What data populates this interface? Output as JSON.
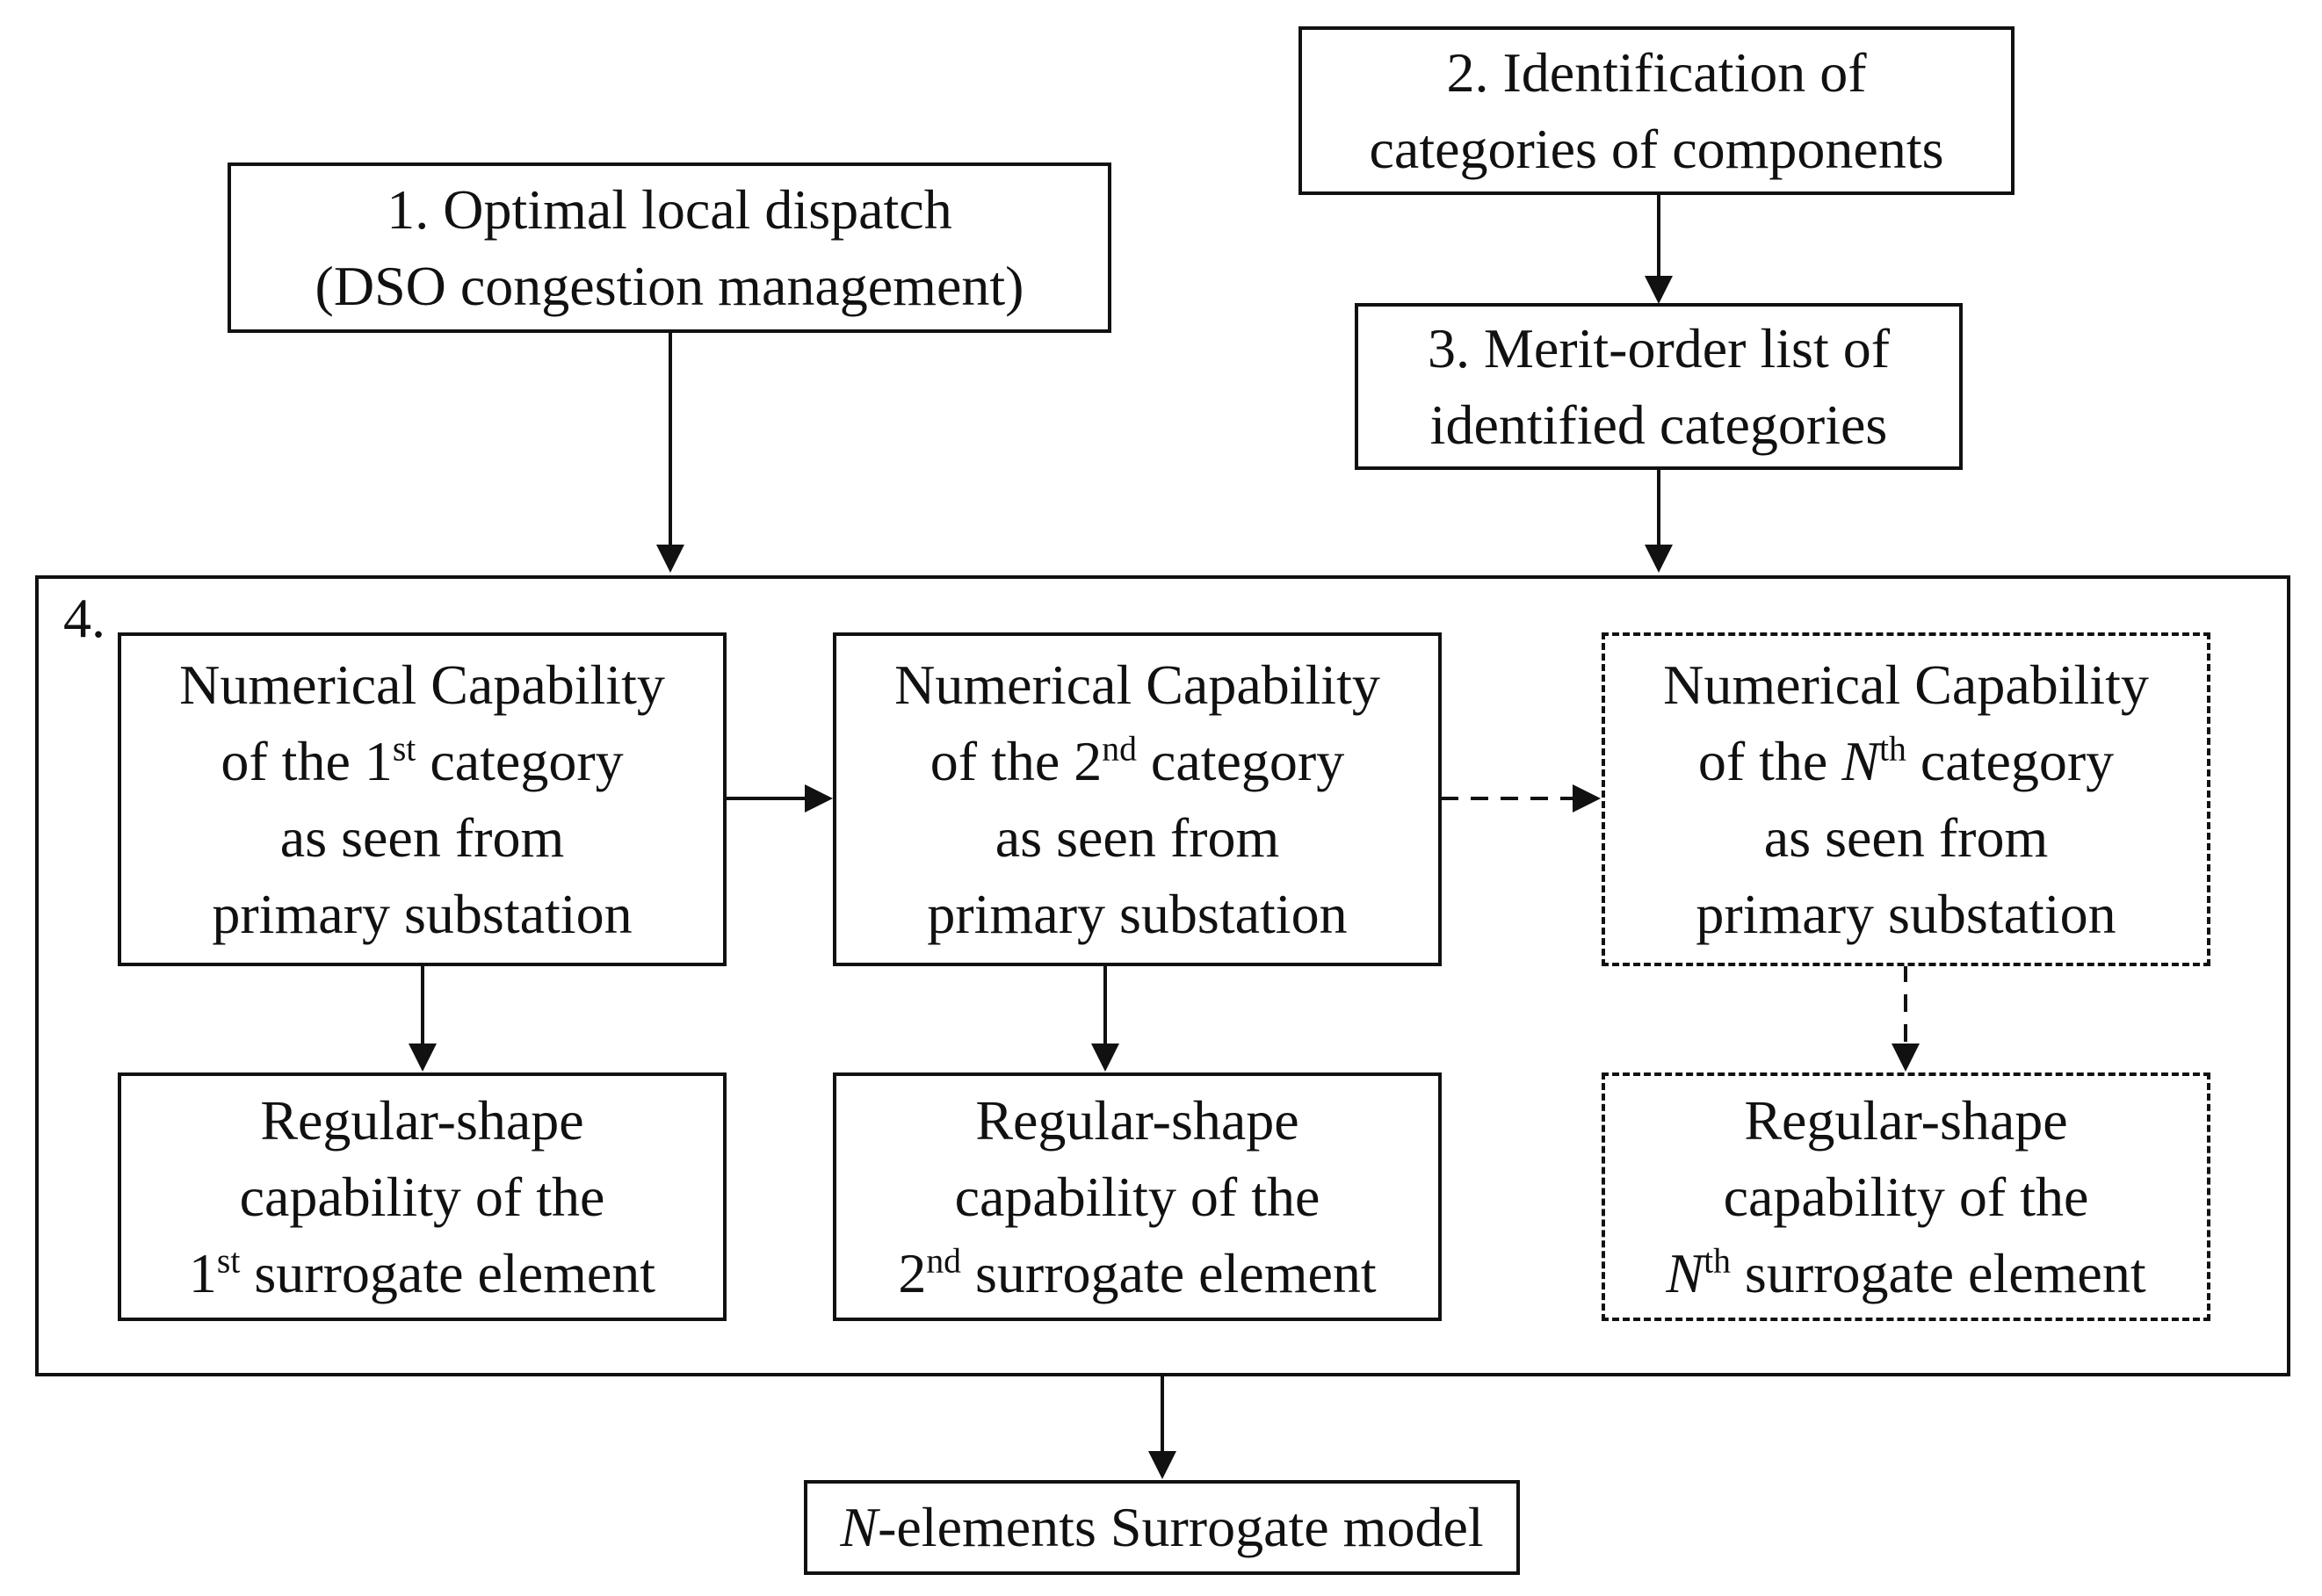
{
  "nodes": {
    "step1": {
      "line1": "1. Optimal local dispatch",
      "line2": "(DSO congestion management)"
    },
    "step2": {
      "line1": "2. Identification of",
      "line2": "categories of components"
    },
    "step3": {
      "line1": "3. Merit-order list of",
      "line2": "identified categories"
    },
    "step4_label": "4.",
    "cap1": {
      "line1": "Numerical Capability",
      "pre": "of the 1",
      "sup": "st",
      "post": " category",
      "line3": "as seen from",
      "line4": "primary substation"
    },
    "cap2": {
      "line1": "Numerical Capability",
      "pre": "of the 2",
      "sup": "nd",
      "post": " category",
      "line3": "as seen from",
      "line4": "primary substation"
    },
    "capN": {
      "line1": "Numerical Capability",
      "pre": "of the ",
      "italic": "N",
      "sup": "th",
      "post": " category",
      "line3": "as seen from",
      "line4": "primary substation"
    },
    "reg1": {
      "line1": "Regular-shape",
      "line2": "capability of the",
      "pre": "1",
      "sup": "st",
      "post": " surrogate element"
    },
    "reg2": {
      "line1": "Regular-shape",
      "line2": "capability of the",
      "pre": "2",
      "sup": "nd",
      "post": " surrogate element"
    },
    "regN": {
      "line1": "Regular-shape",
      "line2": "capability of the",
      "italic": "N",
      "sup": "th",
      "post": " surrogate element"
    },
    "output": {
      "italic": "N",
      "text": "-elements Surrogate model"
    }
  },
  "edges": [
    {
      "from": "step1",
      "to": "step4",
      "style": "solid"
    },
    {
      "from": "step2",
      "to": "step3",
      "style": "solid"
    },
    {
      "from": "step3",
      "to": "step4",
      "style": "solid"
    },
    {
      "from": "cap1",
      "to": "cap2",
      "style": "solid"
    },
    {
      "from": "cap2",
      "to": "capN",
      "style": "dashed"
    },
    {
      "from": "cap1",
      "to": "reg1",
      "style": "solid"
    },
    {
      "from": "cap2",
      "to": "reg2",
      "style": "solid"
    },
    {
      "from": "capN",
      "to": "regN",
      "style": "dashed"
    },
    {
      "from": "step4",
      "to": "output",
      "style": "solid"
    }
  ]
}
